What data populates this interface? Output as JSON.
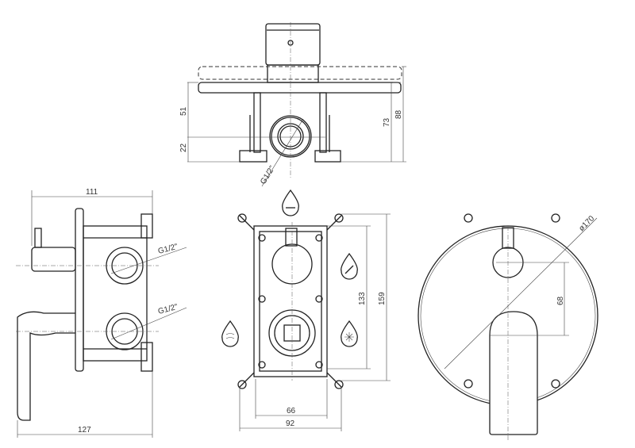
{
  "title": "Concealed shower mixer technical drawing",
  "top_view": {
    "dims": {
      "d51": "51",
      "d22": "22",
      "d73": "73",
      "d88": "88"
    },
    "thread": "G1/2\""
  },
  "side_view": {
    "dims": {
      "d111": "111",
      "d127": "127"
    },
    "threads": [
      "G1/2\"",
      "G1/2\""
    ]
  },
  "front_box_view": {
    "dims": {
      "d133": "133",
      "d159": "159",
      "d66": "66",
      "d92": "92"
    },
    "icons": [
      "rain-shower-icon",
      "hand-shower-icon",
      "spout-icon",
      "cold-water-icon"
    ]
  },
  "front_view": {
    "dims": {
      "d68": "68",
      "diameter": "ø170"
    }
  }
}
